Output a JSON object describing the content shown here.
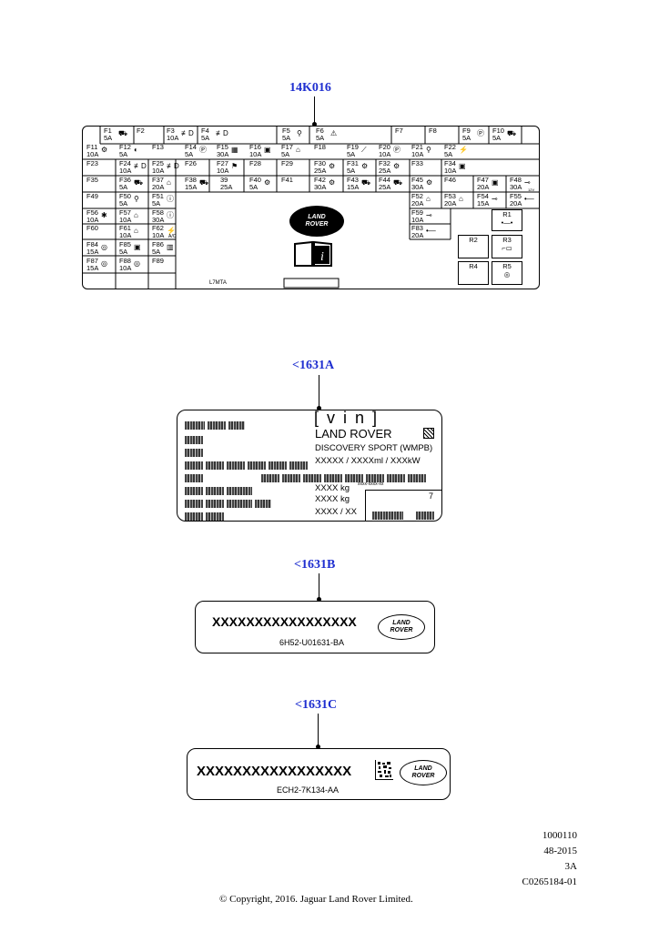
{
  "callouts": {
    "fuse_box": "14K016",
    "vin_label": "<1631A",
    "label_b": "<1631B",
    "label_c": "<1631C"
  },
  "fuse_box": {
    "fuses": [
      {
        "id": "F1",
        "amp": "5A"
      },
      {
        "id": "F2",
        "amp": ""
      },
      {
        "id": "F3",
        "amp": "10A"
      },
      {
        "id": "F4",
        "amp": "5A"
      },
      {
        "id": "F5",
        "amp": "5A"
      },
      {
        "id": "F6",
        "amp": "5A"
      },
      {
        "id": "F7",
        "amp": ""
      },
      {
        "id": "F8",
        "amp": ""
      },
      {
        "id": "F9",
        "amp": "5A"
      },
      {
        "id": "F10",
        "amp": "5A"
      },
      {
        "id": "F11",
        "amp": "10A"
      },
      {
        "id": "F12",
        "amp": "5A"
      },
      {
        "id": "F13",
        "amp": ""
      },
      {
        "id": "F14",
        "amp": "5A"
      },
      {
        "id": "F15",
        "amp": "30A"
      },
      {
        "id": "F16",
        "amp": "10A"
      },
      {
        "id": "F17",
        "amp": "5A"
      },
      {
        "id": "F18",
        "amp": ""
      },
      {
        "id": "F19",
        "amp": "5A"
      },
      {
        "id": "F20",
        "amp": "10A"
      },
      {
        "id": "F21",
        "amp": "10A"
      },
      {
        "id": "F22",
        "amp": "5A"
      },
      {
        "id": "F23",
        "amp": ""
      },
      {
        "id": "F24",
        "amp": "10A"
      },
      {
        "id": "F25",
        "amp": "10A"
      },
      {
        "id": "F26",
        "amp": ""
      },
      {
        "id": "F27",
        "amp": "10A"
      },
      {
        "id": "F28",
        "amp": ""
      },
      {
        "id": "F29",
        "amp": ""
      },
      {
        "id": "F30",
        "amp": "25A"
      },
      {
        "id": "F31",
        "amp": "5A"
      },
      {
        "id": "F32",
        "amp": "25A"
      },
      {
        "id": "F33",
        "amp": ""
      },
      {
        "id": "F34",
        "amp": "10A"
      },
      {
        "id": "F35",
        "amp": ""
      },
      {
        "id": "F36",
        "amp": "5A"
      },
      {
        "id": "F37",
        "amp": "20A"
      },
      {
        "id": "F38",
        "amp": "15A"
      },
      {
        "id": "39",
        "amp": "25A"
      },
      {
        "id": "F40",
        "amp": "5A"
      },
      {
        "id": "F41",
        "amp": ""
      },
      {
        "id": "F42",
        "amp": "30A"
      },
      {
        "id": "F43",
        "amp": "15A"
      },
      {
        "id": "F44",
        "amp": "25A"
      },
      {
        "id": "F45",
        "amp": "30A"
      },
      {
        "id": "F46",
        "amp": ""
      },
      {
        "id": "F47",
        "amp": "20A"
      },
      {
        "id": "F48",
        "amp": "30A"
      },
      {
        "id": "F49",
        "amp": ""
      },
      {
        "id": "F50",
        "amp": "5A"
      },
      {
        "id": "F51",
        "amp": "5A"
      },
      {
        "id": "F52",
        "amp": "20A"
      },
      {
        "id": "F53",
        "amp": "20A"
      },
      {
        "id": "F54",
        "amp": "15A"
      },
      {
        "id": "F55",
        "amp": "20A"
      },
      {
        "id": "F56",
        "amp": "10A"
      },
      {
        "id": "F57",
        "amp": "10A"
      },
      {
        "id": "F58",
        "amp": "30A"
      },
      {
        "id": "F59",
        "amp": "10A"
      },
      {
        "id": "F60",
        "amp": ""
      },
      {
        "id": "F61",
        "amp": "10A"
      },
      {
        "id": "F62",
        "amp": "10A"
      },
      {
        "id": "F83",
        "amp": "20A"
      },
      {
        "id": "F84",
        "amp": "15A"
      },
      {
        "id": "F85",
        "amp": "5A"
      },
      {
        "id": "F86",
        "amp": "5A"
      },
      {
        "id": "F87",
        "amp": "15A"
      },
      {
        "id": "F88",
        "amp": "10A"
      },
      {
        "id": "F89",
        "amp": ""
      }
    ],
    "relays": [
      "R1",
      "R2",
      "R3",
      "R4",
      "R5"
    ],
    "logo_line1": "LAND",
    "logo_line2": "ROVER",
    "code": "L7MTA",
    "f62_note": "A/C",
    "f48_note": "12V"
  },
  "vin_label": {
    "vin": "[ v i n ]",
    "make": "LAND ROVER",
    "model": "DISCOVERY SPORT (WMPB)",
    "power": "XXXXX / XXXXml / XXXkW",
    "weight1": "XXXX kg",
    "weight_small": "xxxx-xxxx-xx",
    "weight2": "XXXX kg",
    "axle": "XXXX / XX",
    "num": "7"
  },
  "label_b": {
    "code": "XXXXXXXXXXXXXXXXX",
    "part": "6H52-U01631-BA",
    "logo1": "LAND",
    "logo2": "ROVER"
  },
  "label_c": {
    "code": "XXXXXXXXXXXXXXXXX",
    "part": "ECH2-7K134-AA",
    "logo1": "LAND",
    "logo2": "ROVER"
  },
  "footer": {
    "line1": "1000110",
    "line2": "48-2015",
    "line3": "3A",
    "line4": "C0265184-01"
  },
  "copyright": "© Copyright, 2016. Jaguar Land Rover Limited."
}
